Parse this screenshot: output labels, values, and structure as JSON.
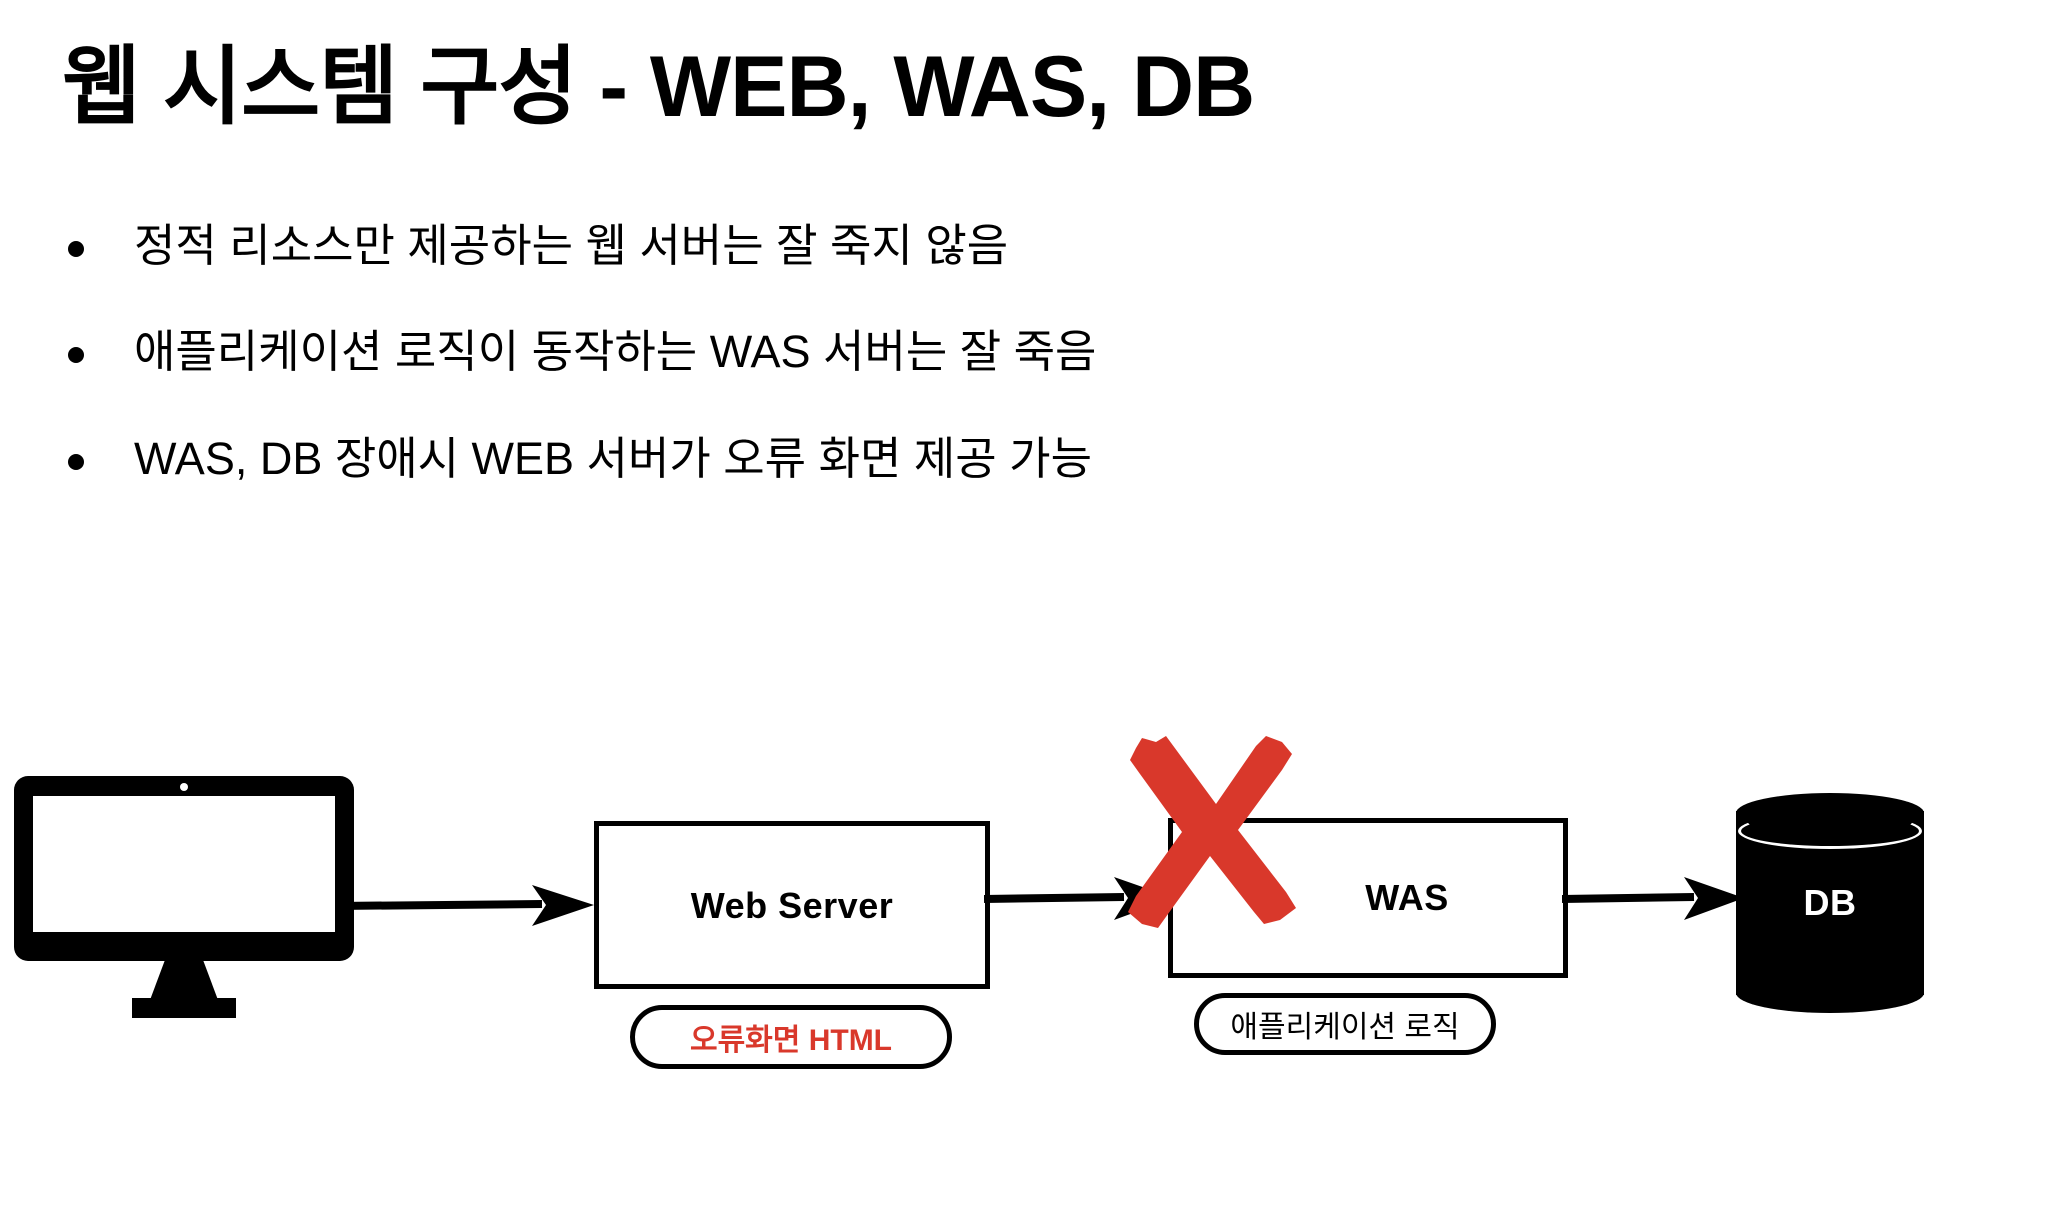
{
  "slide": {
    "title": "웹 시스템 구성 - WEB, WAS, DB",
    "background_color": "#ffffff",
    "text_color": "#000000",
    "accent_color": "#D9382B"
  },
  "bullets": [
    {
      "text": "정적 리소스만 제공하는 웹 서버는 잘 죽지 않음"
    },
    {
      "text": "애플리케이션 로직이 동작하는 WAS 서버는 잘 죽음"
    },
    {
      "text": "WAS, DB 장애시 WEB 서버가 오류 화면 제공 가능"
    }
  ],
  "diagram": {
    "client": {
      "icon": "monitor-icon"
    },
    "nodes": [
      {
        "id": "web-server",
        "label": "Web Server",
        "caption": "오류화면 HTML",
        "caption_color": "#D9382B",
        "failed": false
      },
      {
        "id": "was",
        "label": "WAS",
        "caption": "애플리케이션 로직",
        "caption_color": "#000000",
        "failed": true
      },
      {
        "id": "db",
        "label": "DB",
        "shape": "cylinder",
        "fill": "#000000",
        "text_color": "#ffffff"
      }
    ],
    "arrows": [
      {
        "from": "client",
        "to": "web-server"
      },
      {
        "from": "web-server",
        "to": "was"
      },
      {
        "from": "was",
        "to": "db"
      }
    ],
    "failure_marker": {
      "icon": "red-x-icon",
      "color": "#D9382B",
      "on": "was"
    }
  }
}
